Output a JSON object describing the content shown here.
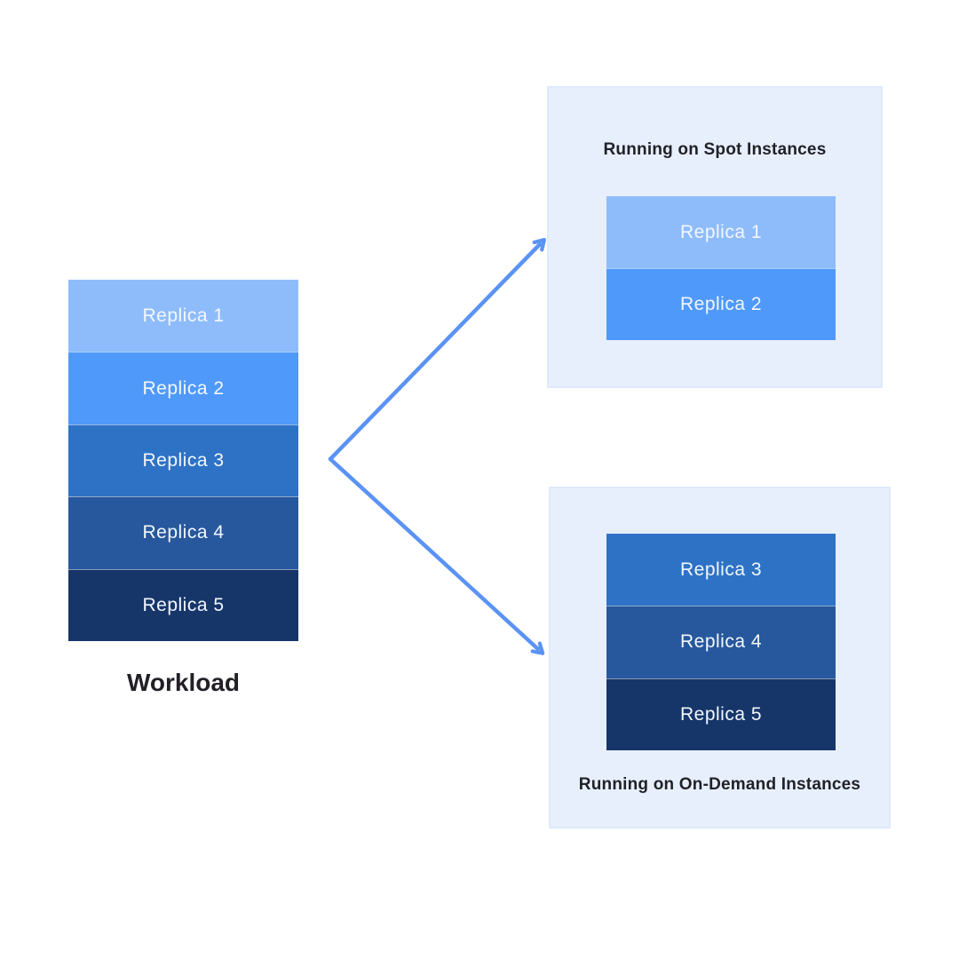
{
  "colors": {
    "arrow": "#5b93f5",
    "panel_bg": "#e8effc"
  },
  "workload": {
    "label": "Workload",
    "replicas": [
      {
        "label": "Replica 1",
        "color": "#8ebcfb"
      },
      {
        "label": "Replica 2",
        "color": "#4f99fa"
      },
      {
        "label": "Replica 3",
        "color": "#2e72c6"
      },
      {
        "label": "Replica 4",
        "color": "#27589d"
      },
      {
        "label": "Replica 5",
        "color": "#16366a"
      }
    ]
  },
  "spot_panel": {
    "title": "Running on Spot Instances",
    "replicas": [
      {
        "label": "Replica 1",
        "color": "#8ebcfb"
      },
      {
        "label": "Replica 2",
        "color": "#4f99fa"
      }
    ]
  },
  "on_demand_panel": {
    "title": "Running on On-Demand Instances",
    "replicas": [
      {
        "label": "Replica 3",
        "color": "#2e72c6"
      },
      {
        "label": "Replica 4",
        "color": "#27589d"
      },
      {
        "label": "Replica 5",
        "color": "#16366a"
      }
    ]
  }
}
